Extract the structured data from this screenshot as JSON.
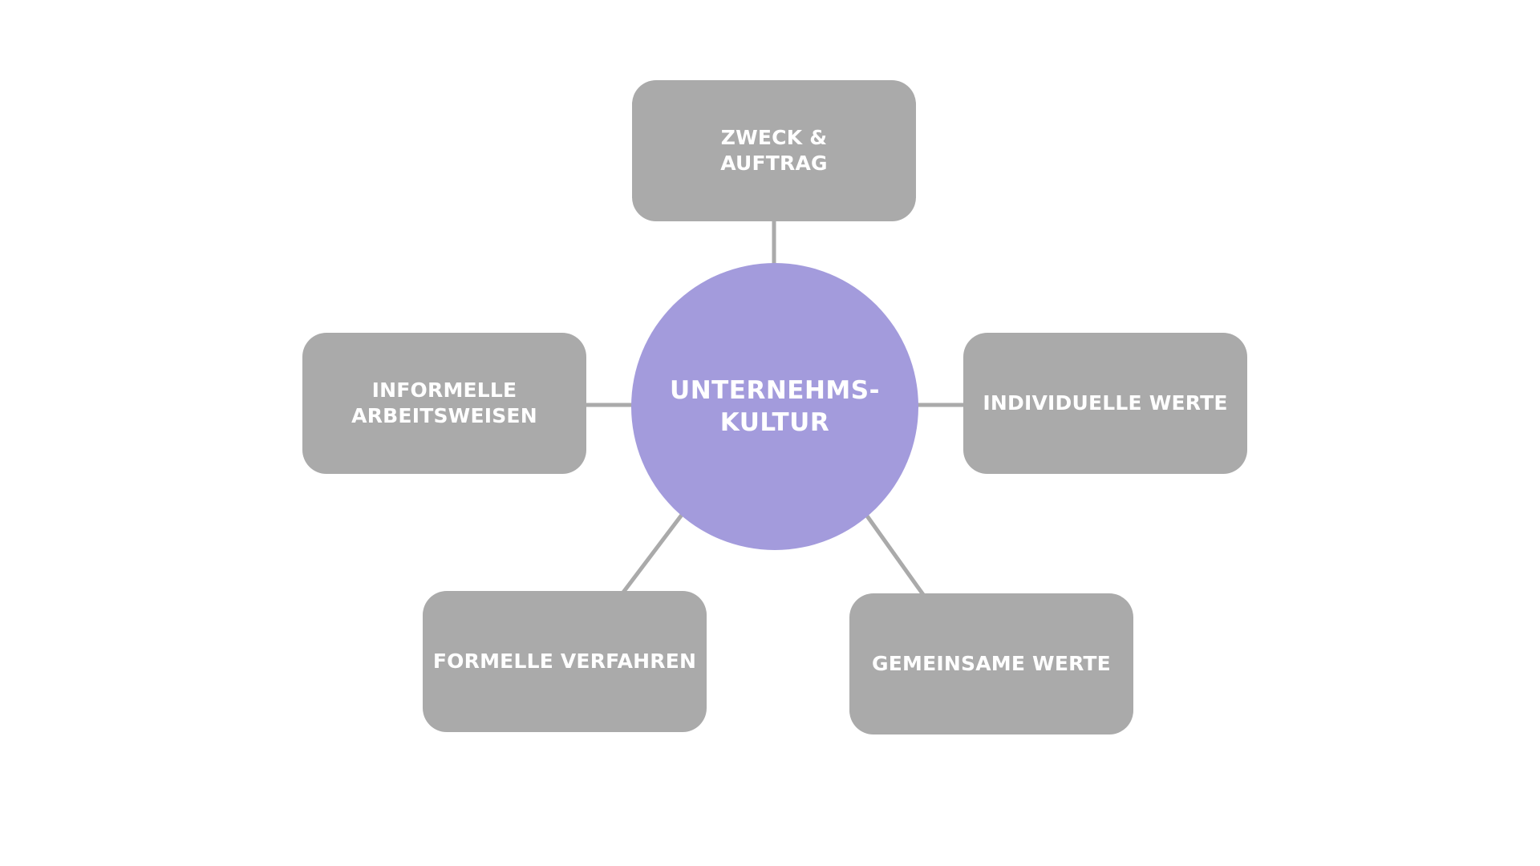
{
  "colors": {
    "center_fill": "#a39bdc",
    "node_fill": "#aaaaaa",
    "connector": "#aaaaaa",
    "text": "#ffffff"
  },
  "center": {
    "label": "UNTERNEHMS-\nKULTUR"
  },
  "nodes": {
    "top": {
      "label": "ZWECK &\nAUFTRAG"
    },
    "left": {
      "label": "INFORMELLE\nARBEITSWEISEN"
    },
    "right": {
      "label": "INDIVIDUELLE WERTE"
    },
    "bottom_left": {
      "label": "FORMELLE VERFAHREN"
    },
    "bottom_right": {
      "label": "GEMEINSAME WERTE"
    }
  }
}
